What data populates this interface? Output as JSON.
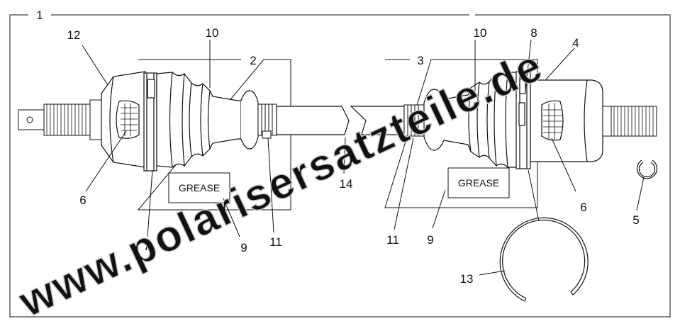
{
  "watermark": "www.polarisersatzteile.de",
  "callouts": {
    "n1": "1",
    "n2": "2",
    "n3": "3",
    "n4": "4",
    "n5": "5",
    "n6_left": "6",
    "n6_right": "6",
    "n7": "7",
    "n8": "8",
    "n9_left": "9",
    "n9_right": "9",
    "n10_left": "10",
    "n10_right": "10",
    "n11_left": "11",
    "n11_right": "11",
    "n12": "12",
    "n13": "13",
    "n14": "14"
  },
  "grease_left": "GREASE",
  "grease_right": "GREASE",
  "colors": {
    "line": "#111111",
    "watermark": "#c9c9c9",
    "fill": "#ffffff"
  }
}
